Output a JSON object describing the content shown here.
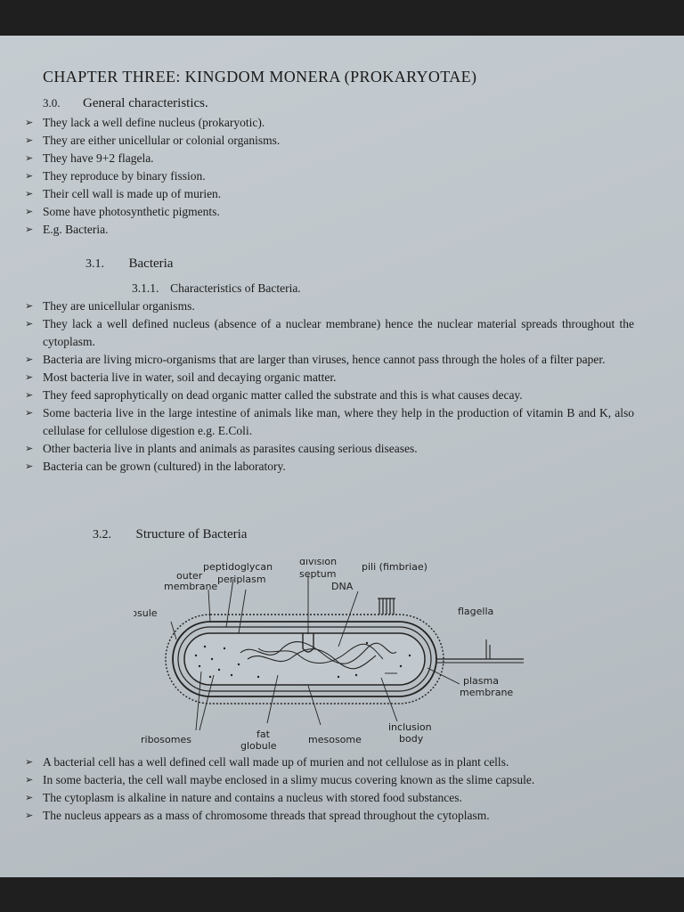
{
  "chapter_title": "CHAPTER THREE: KINGDOM MONERA (PROKARYOTAE)",
  "section_30": {
    "number": "3.0.",
    "title": "General characteristics.",
    "bullets": [
      "They lack a well define nucleus (prokaryotic).",
      "They are either unicellular or colonial organisms.",
      "They have 9+2 flagela.",
      "They reproduce by binary fission.",
      "Their cell wall is made up of murien.",
      "Some have photosynthetic pigments.",
      "E.g. Bacteria."
    ]
  },
  "section_31": {
    "number": "3.1.",
    "title": "Bacteria",
    "sub_number": "3.1.1.",
    "sub_title": "Characteristics of Bacteria.",
    "bullets": [
      "They are unicellular organisms.",
      "They lack a well defined nucleus (absence of a nuclear membrane) hence the nuclear material spreads throughout the cytoplasm.",
      "Bacteria are living micro-organisms that are larger than viruses, hence cannot pass through the holes of a filter paper.",
      "Most bacteria live in water, soil and decaying organic matter.",
      "They feed saprophytically on dead organic matter called the substrate and this is what causes decay.",
      "Some bacteria live in the large intestine of animals like man, where they help in the production of vitamin B and K, also cellulase for cellulose digestion e.g. E.Coli.",
      "Other bacteria live in plants and animals as parasites causing serious diseases.",
      "Bacteria can be grown (cultured) in the laboratory."
    ]
  },
  "section_32": {
    "number": "3.2.",
    "title": "Structure of Bacteria"
  },
  "diagram": {
    "labels": {
      "outer_membrane_1": "outer",
      "outer_membrane_2": "membrane",
      "peptidoglycan": "peptidoglycan",
      "periplasm": "periplasm",
      "division_septum_1": "division",
      "division_septum_2": "septum",
      "pili": "pili (fimbriae)",
      "dna": "DNA",
      "capsule": "ipsule",
      "flagella": "flagella",
      "plasma_membrane_1": "plasma",
      "plasma_membrane_2": "membrane",
      "inclusion_body_1": "inclusion",
      "inclusion_body_2": "body",
      "ribosomes": "ribosomes",
      "fat_globule_1": "fat",
      "fat_globule_2": "globule",
      "mesosome": "mesosome"
    }
  },
  "section_32_bullets": [
    "A bacterial cell has a well defined cell wall made up of murien and not cellulose as in plant cells.",
    "In some bacteria, the cell wall maybe enclosed in a slimy mucus covering known as the slime capsule.",
    "The cytoplasm is alkaline in nature and contains a nucleus with stored food substances.",
    "The nucleus appears as a mass of chromosome threads that spread throughout the cytoplasm."
  ],
  "icons": {
    "bullet": "arrowhead-bullet-icon"
  }
}
